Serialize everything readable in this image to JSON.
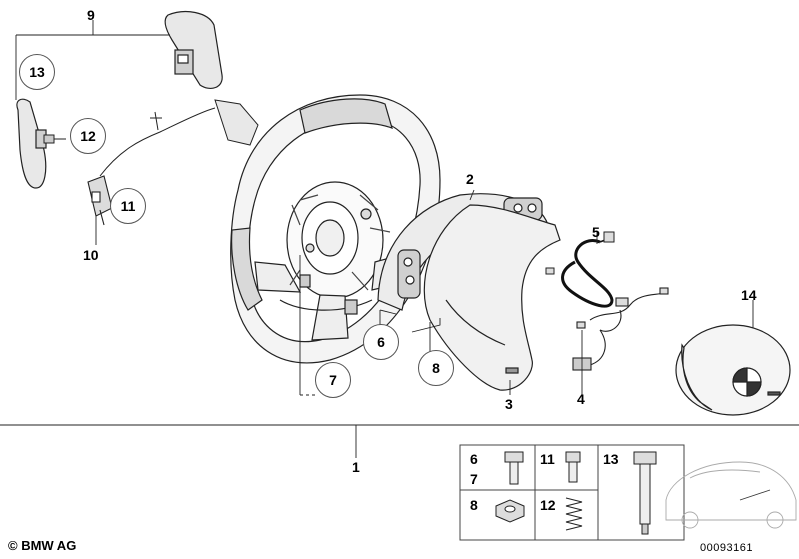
{
  "labels": {
    "p1": "1",
    "p2": "2",
    "p3": "3",
    "p4": "4",
    "p5": "5",
    "p6": "6",
    "p7": "7",
    "p8": "8",
    "p9": "9",
    "p10": "10",
    "p11": "11",
    "p12": "12",
    "p13": "13",
    "p14": "14"
  },
  "hardware_box": {
    "c1a": "6",
    "c1b": "7",
    "c2": "11",
    "c3": "13",
    "c4": "8",
    "c5": "12"
  },
  "footer": {
    "copyright": "© BMW AG",
    "doc_number": "00093161"
  }
}
